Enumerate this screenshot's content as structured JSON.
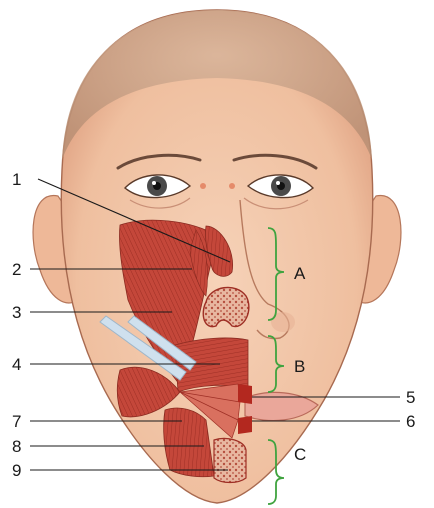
{
  "labels": {
    "n1": "1",
    "n2": "2",
    "n3": "3",
    "n4": "4",
    "n5": "5",
    "n6": "6",
    "n7": "7",
    "n8": "8",
    "n9": "9"
  },
  "zones": {
    "a": "A",
    "b": "B",
    "c": "C"
  },
  "colors": {
    "skin": "#f2c6a8",
    "skin_shade": "#e3a888",
    "hair": "#c9a48a",
    "muscle": "#c4473a",
    "muscle_light": "#d9705f",
    "tendon": "#e8a090",
    "duct": "#b9cfe0",
    "brace": "#3fa33f",
    "leader": "#1a1a1a"
  },
  "icons": [
    "face-illustration",
    "brace-marker"
  ]
}
